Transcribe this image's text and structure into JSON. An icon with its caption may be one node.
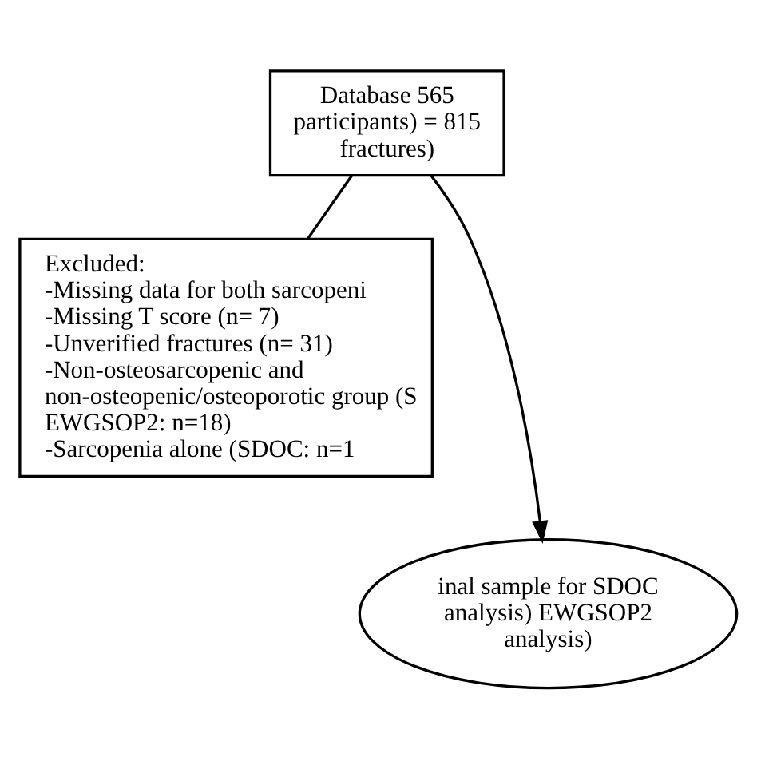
{
  "diagram": {
    "nodes": [
      {
        "text": [
          "Database 565 participants) = 815 fractures)"
        ]
      },
      {
        "text": [
          "Excluded:",
          "-Missing data for both sarcopeni",
          "-Missing T score (n= 7)",
          "-Unverified fractures (n= 31)",
          "-Non-osteosarcopenic and non-osteopenic/osteoporotic group (S EWGSOP2: n=18)",
          "-Sarcopenia alone (SDOC: n=1"
        ]
      },
      {
        "text": [
          "inal sample for SDOC analysis) EWGSOP2 analysis)"
        ]
      }
    ],
    "edges": [
      {
        "from": 0,
        "to": 2,
        "arrow": "to"
      },
      {
        "from": 0,
        "to": 1,
        "arrow": "none"
      }
    ]
  }
}
